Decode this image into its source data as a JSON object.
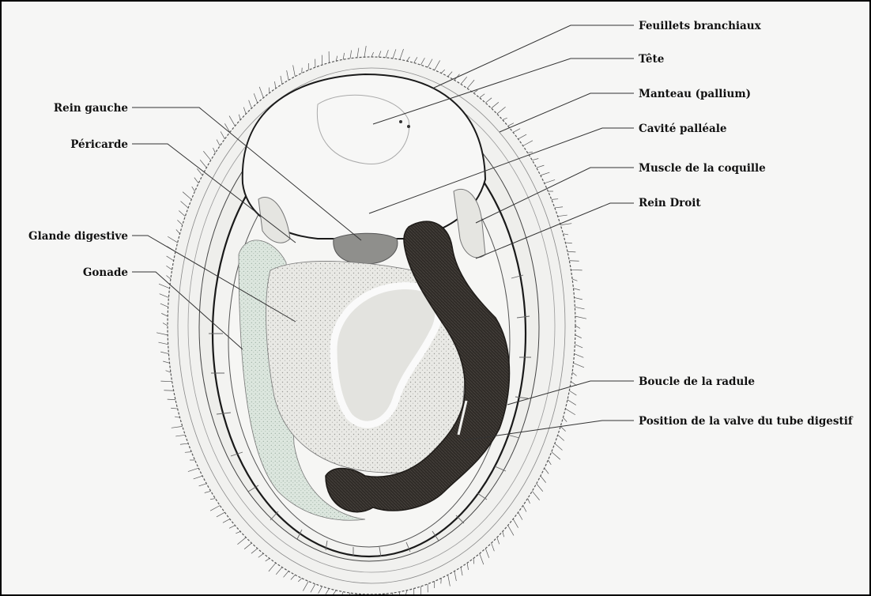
{
  "labels": {
    "feuillets_branchiaux": "Feuillets branchiaux",
    "tete": "Tête",
    "manteau": "Manteau (pallium)",
    "cavite_palleale": "Cavité palléale",
    "muscle_coquille": "Muscle de la coquille",
    "rein_droit": "Rein Droit",
    "rein_gauche": "Rein gauche",
    "pericarde": "Péricarde",
    "glande_digestive": "Glande digestive",
    "gonade": "Gonade",
    "boucle_radule": "Boucle de la radule",
    "valve_tube": "Position de la valve du tube digestif"
  },
  "colors": {
    "background": "#f6f6f5",
    "outline": "#1a1a1a",
    "digestive_dark": "#2e2a26",
    "gonad": "#d9e3db",
    "gland": "#e7e7e3",
    "pericarde": "#8f8f8c"
  }
}
